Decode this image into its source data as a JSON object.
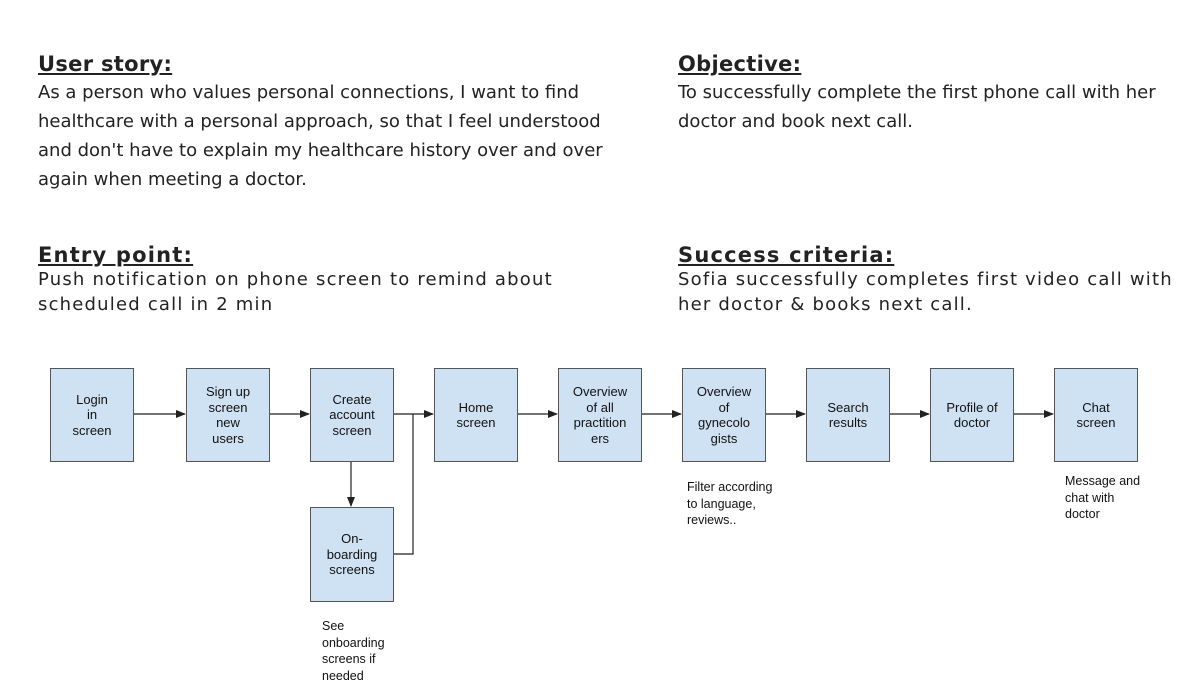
{
  "user_story": {
    "heading": "User story:",
    "text": "As a person who values personal connections, I want to find healthcare with a personal approach, so that I feel understood and don't have to explain my healthcare history over and over again when meeting a doctor."
  },
  "objective": {
    "heading": "Objective:",
    "text": "To successfully complete the first phone call with her doctor and book next call."
  },
  "entry_point": {
    "heading": "Entry point:",
    "text": "Push notification on phone screen to remind about scheduled call in 2 min"
  },
  "success_criteria": {
    "heading": "Success criteria:",
    "text": "Sofia successfully completes first video call with her doctor & books next call."
  },
  "flow": {
    "nodes": [
      {
        "id": "login",
        "label": "Login\nin\nscreen"
      },
      {
        "id": "signup",
        "label": "Sign up\nscreen\nnew\nusers"
      },
      {
        "id": "create_account",
        "label": "Create\naccount\nscreen"
      },
      {
        "id": "home",
        "label": "Home\nscreen"
      },
      {
        "id": "overview_all",
        "label": "Overview\nof all\npractition\ners"
      },
      {
        "id": "overview_gyn",
        "label": "Overview\nof\ngynecolo\ngists"
      },
      {
        "id": "search",
        "label": "Search\nresults"
      },
      {
        "id": "profile",
        "label": "Profile of\ndoctor"
      },
      {
        "id": "chat",
        "label": "Chat\nscreen"
      },
      {
        "id": "onboarding",
        "label": "On-\nboarding\nscreens"
      }
    ],
    "notes": {
      "onboarding": "See\nonboarding\nscreens if\nneeded",
      "gynecologists": "Filter according\nto language,\nreviews..",
      "chat": "Message and\nchat with\ndoctor"
    },
    "colors": {
      "node_fill": "#cfe2f3",
      "node_border": "#555555",
      "edge": "#222222"
    }
  }
}
